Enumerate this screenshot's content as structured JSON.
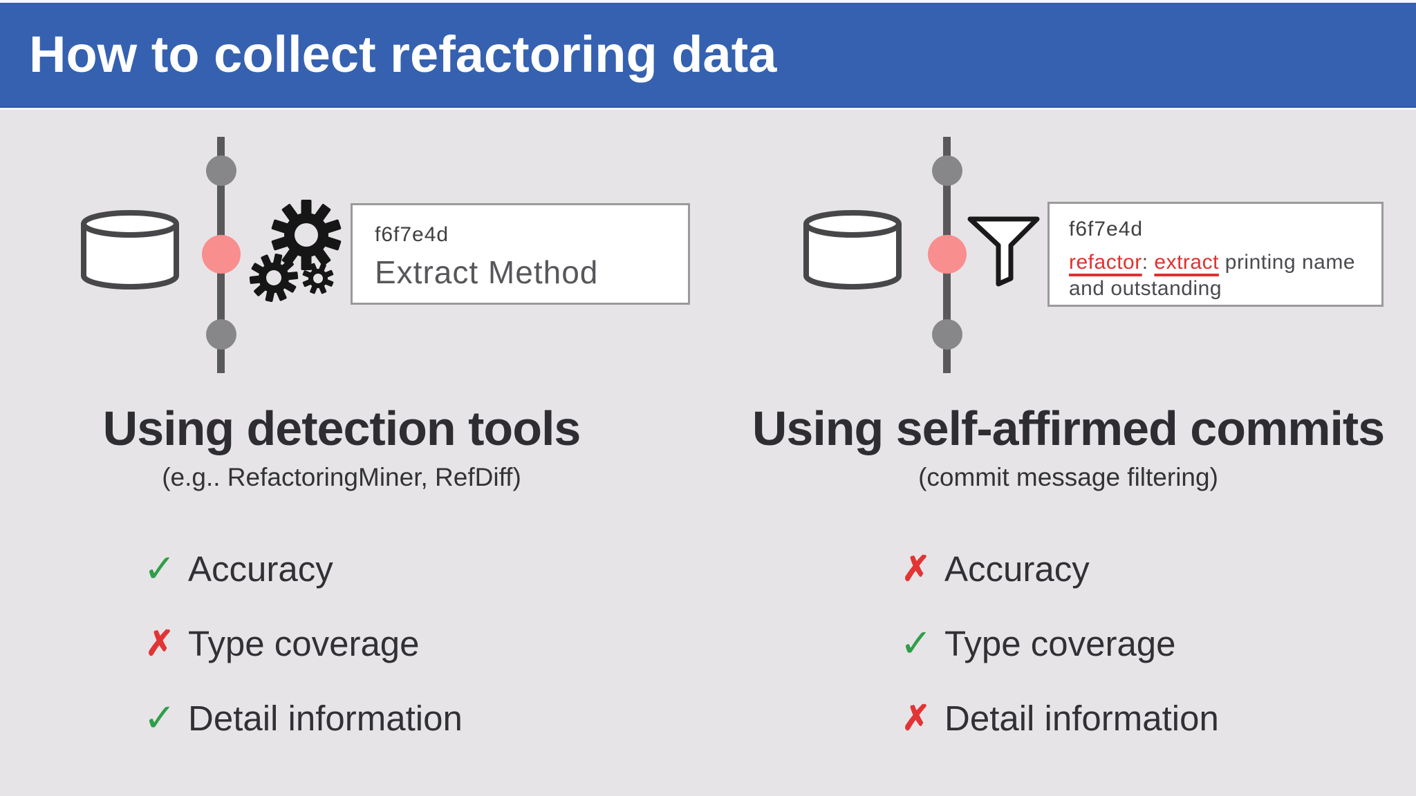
{
  "title": "How to collect refactoring data",
  "colors": {
    "title_bar_blue": "#3561b0",
    "background_gray": "#e6e4e7",
    "current_commit_pink": "#f98e8e",
    "commit_node_gray": "#87878a",
    "check_green": "#2f9e49",
    "cross_red": "#e23434",
    "keyword_red": "#e0312e"
  },
  "left": {
    "heading": "Using detection tools",
    "subheading": "(e.g.. RefactoringMiner, RefDiff)",
    "icon": "gears-icon",
    "commit_box": {
      "hash": "f6f7e4d",
      "message": "Extract Method"
    },
    "checklist": [
      {
        "glyph": "✓",
        "mark_class": "mark green",
        "label": "Accuracy"
      },
      {
        "glyph": "✗",
        "mark_class": "mark red",
        "label": "Type coverage"
      },
      {
        "glyph": "✓",
        "mark_class": "mark green",
        "label": "Detail information"
      }
    ]
  },
  "right": {
    "heading": "Using self-affirmed commits",
    "subheading": "(commit message filtering)",
    "icon": "funnel-icon",
    "commit_box": {
      "hash": "f6f7e4d",
      "msg_refactor": "refactor",
      "msg_colon": ": ",
      "msg_extract": "extract",
      "msg_rest_line1": " printing name",
      "msg_rest_line2": "and outstanding"
    },
    "checklist": [
      {
        "glyph": "✗",
        "mark_class": "mark red",
        "label": "Accuracy"
      },
      {
        "glyph": "✓",
        "mark_class": "mark green",
        "label": "Type coverage"
      },
      {
        "glyph": "✗",
        "mark_class": "mark red",
        "label": "Detail information"
      }
    ]
  }
}
